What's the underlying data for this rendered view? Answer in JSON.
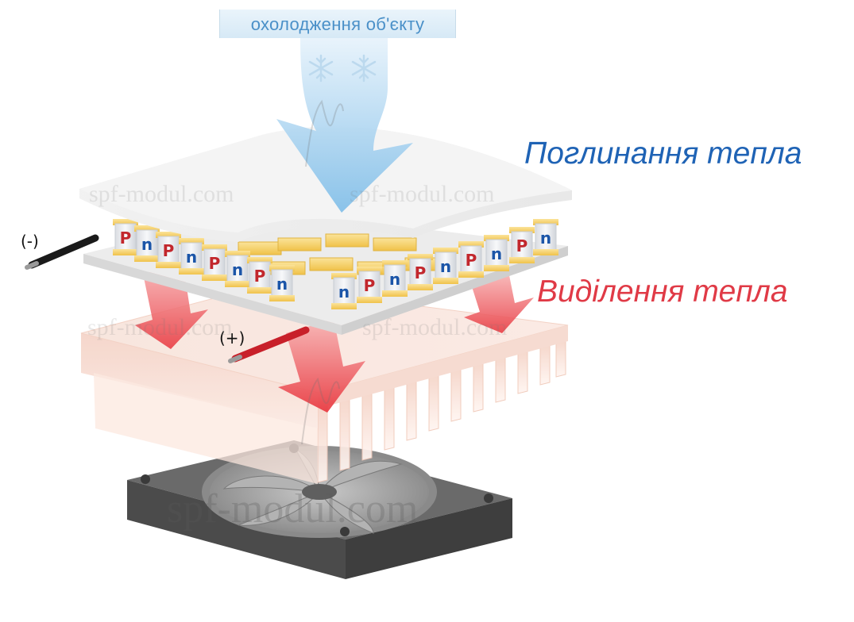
{
  "caption": "охолодження об'єкту",
  "labels": {
    "heat_absorption": "Поглинання тепла",
    "heat_release": "Виділення тепла"
  },
  "terminals": {
    "negative": "(-)",
    "positive": "(+)"
  },
  "semiconductors": {
    "p_label": "P",
    "n_label": "n"
  },
  "watermark": "spf-modul.com",
  "colors": {
    "caption_text": "#4a90c8",
    "absorb_text": "#1f63b5",
    "release_text": "#e03a46",
    "p_color": "#c2272d",
    "n_color": "#1b55a8",
    "conductor": "#f2c94c",
    "heatsink": "#f8dcd0",
    "fan": "#5c5c5c"
  },
  "icons": [
    "snowflake-icon",
    "snowflake-icon",
    "down-arrow-cold-icon",
    "down-arrow-heat-icon",
    "fan-icon"
  ]
}
